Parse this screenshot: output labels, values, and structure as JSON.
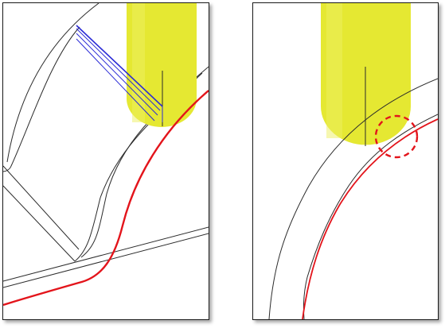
{
  "figure": {
    "panels": [
      {
        "id": "left",
        "view": "overview"
      },
      {
        "id": "right",
        "view": "detail"
      }
    ]
  },
  "colors": {
    "background": "#ffffff",
    "frame": "#1a1a1a",
    "part_edge": "#2b2b2b",
    "tool_body": "#e5e832",
    "tool_body_shade": "#eef061",
    "toolpath": "#e3141b",
    "approach_lines": "#2b2bd6",
    "highlight_circle": "#e3141b"
  },
  "icons": {
    "cutter": "ball-end-mill-icon",
    "problem_marker": "dashed-circle-icon"
  }
}
